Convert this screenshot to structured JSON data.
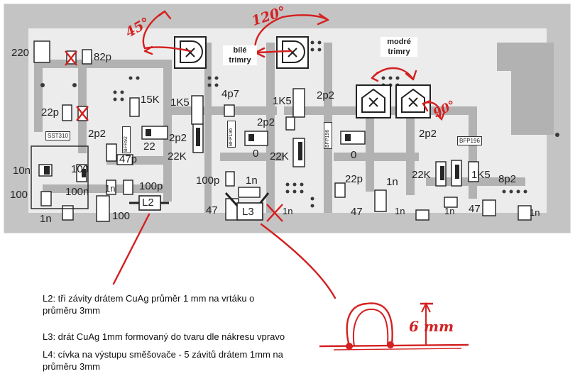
{
  "annotations": {
    "angle_left": "45°",
    "angle_mid": "120°",
    "angle_right": "90°",
    "white_trimmers": "bílé\ntrimry",
    "blue_trimmers": "modré\ntrimry",
    "dimension": "6 mm"
  },
  "chips": {
    "sst": "SST310",
    "bfr92": "BFR92",
    "bfp196_a": "BFP196",
    "bfp196_b": "BFP196",
    "bfp196_c": "BFP196"
  },
  "components": {
    "c220": "220",
    "c82p": "82p",
    "c22p": "22p",
    "r15k": "15K",
    "r1k5_a": "1K5",
    "c4p7": "4p7",
    "r1k5_b": "1K5",
    "c2p2_a": "2p2",
    "c2p2_b": "2p2",
    "r22_a": "22",
    "c47p": "47p",
    "c2p2_c": "2p2",
    "r22k_a": "22K",
    "c2p2_d": "2p2",
    "r0_a": "0",
    "r22k_b": "22K",
    "r0_b": "0",
    "c2p2_e": "2p2",
    "c10n": "10n",
    "r100_a": "100",
    "c100p_a": "100p",
    "c1n_a": "1n",
    "c100p_b": "100p",
    "c1n_b": "1n",
    "r100_b": "100",
    "c100n": "100n",
    "c1n_c": "1n",
    "r100_c": "100",
    "r47_a": "47",
    "c22p_b": "22p",
    "c1n_d": "1n",
    "r22k_c": "22K",
    "r1k5_c": "1K5",
    "c8p2": "8p2",
    "r47_b": "47",
    "c1n_e": "1n",
    "c1n_f": "1n",
    "c1n_g": "1n",
    "r47_c": "47",
    "c1n_h": "1n"
  },
  "coils": {
    "l2": "L2",
    "l3": "L3"
  },
  "notes": [
    "L2:  tři závity drátem CuAg průměr 1 mm na vrtáku o průměru 3mm",
    "L3:  drát CuAg 1mm formovaný do tvaru dle nákresu vpravo",
    "L4:  cívka na výstupu směšovače - 5 závitů drátem 1mm na průměru 3mm"
  ]
}
